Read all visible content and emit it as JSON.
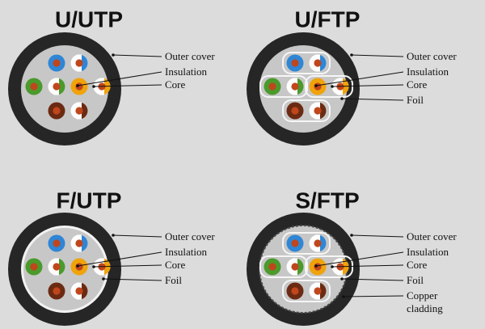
{
  "colors": {
    "background": "#dcdcdc",
    "jacket": "#262626",
    "core_fill": "#c7c7c7",
    "foil_ring": "#f2f2f2",
    "copper_core": "#c0461c",
    "pairs": {
      "blue": "#2f86d6",
      "green": "#4a9a2c",
      "orange": "#f0a30a",
      "brown": "#6b2a12",
      "white": "#ffffff"
    }
  },
  "cables": [
    {
      "id": "u-utp",
      "title": "U/UTP",
      "has_foil_ring": false,
      "has_pair_foil": false,
      "has_braid": false,
      "labels": [
        {
          "id": "outer-cover",
          "text": "Outer cover"
        },
        {
          "id": "insulation",
          "text": "Insulation"
        },
        {
          "id": "core",
          "text": "Core"
        }
      ]
    },
    {
      "id": "u-ftp",
      "title": "U/FTP",
      "has_foil_ring": false,
      "has_pair_foil": true,
      "has_braid": false,
      "labels": [
        {
          "id": "outer-cover",
          "text": "Outer cover"
        },
        {
          "id": "insulation",
          "text": "Insulation"
        },
        {
          "id": "core",
          "text": "Core"
        },
        {
          "id": "foil",
          "text": "Foil"
        }
      ]
    },
    {
      "id": "f-utp",
      "title": "F/UTP",
      "has_foil_ring": true,
      "has_pair_foil": false,
      "has_braid": false,
      "labels": [
        {
          "id": "outer-cover",
          "text": "Outer cover"
        },
        {
          "id": "insulation",
          "text": "Insulation"
        },
        {
          "id": "core",
          "text": "Core"
        },
        {
          "id": "foil",
          "text": "Foil"
        }
      ]
    },
    {
      "id": "s-ftp",
      "title": "S/FTP",
      "has_foil_ring": false,
      "has_pair_foil": true,
      "has_braid": true,
      "labels": [
        {
          "id": "outer-cover",
          "text": "Outer cover"
        },
        {
          "id": "insulation",
          "text": "Insulation"
        },
        {
          "id": "core",
          "text": "Core"
        },
        {
          "id": "foil",
          "text": "Foil"
        },
        {
          "id": "copper-cladding",
          "text": "Copper cladding"
        }
      ]
    }
  ]
}
